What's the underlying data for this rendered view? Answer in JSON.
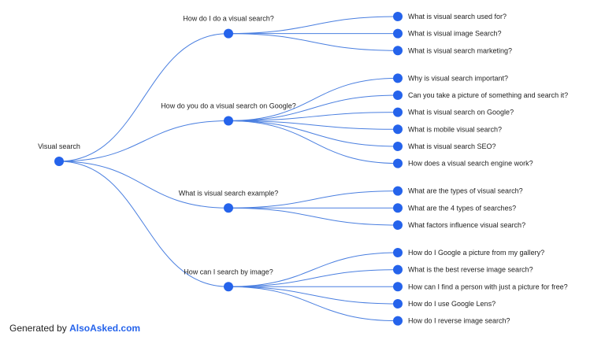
{
  "colors": {
    "node": "#2563eb",
    "link": "#4a7fe0",
    "text": "#222222",
    "brand": "#2563eb"
  },
  "root": {
    "label": "Visual search",
    "children": [
      {
        "label": "How do I do a visual search?",
        "children": [
          "What is visual search used for?",
          "What is visual image Search?",
          "What is visual search marketing?"
        ]
      },
      {
        "label": "How do you do a visual search on Google?",
        "children": [
          "Why is visual search important?",
          "Can you take a picture of something and search it?",
          "What is visual search on Google?",
          "What is mobile visual search?",
          "What is visual search SEO?",
          "How does a visual search engine work?"
        ]
      },
      {
        "label": "What is visual search example?",
        "children": [
          "What are the types of visual search?",
          "What are the 4 types of searches?",
          "What factors influence visual search?"
        ]
      },
      {
        "label": "How can I search by image?",
        "children": [
          "How do I Google a picture from my gallery?",
          "What is the best reverse image search?",
          "How can I find a person with just a picture for free?",
          "How do I use Google Lens?",
          "How do I reverse image search?"
        ]
      }
    ]
  },
  "footer": {
    "prefix": "Generated by ",
    "brand": "AlsoAsked.com"
  }
}
